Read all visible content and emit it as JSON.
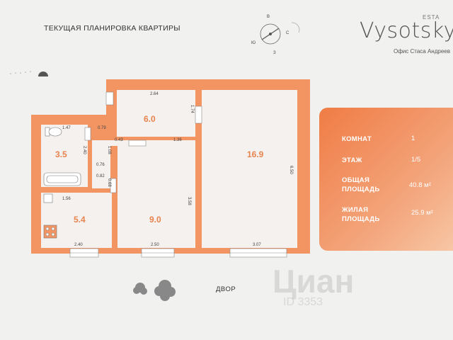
{
  "header": {
    "title": "ТЕКУЩАЯ ПЛАНИРОВКА КВАРТИРЫ"
  },
  "brand": {
    "name": "Vysotsky",
    "tag": "ESTA",
    "office": "Офис Стаса Андреев"
  },
  "compass": {
    "n": "В",
    "e": "C",
    "s": "З",
    "w": "Ю"
  },
  "rooms": {
    "wc": "3.5",
    "corridor": "6.0",
    "big": "16.9",
    "kitchen": "5.4",
    "room": "9.0"
  },
  "dims": {
    "d264": "2.64",
    "d174": "1.74",
    "d147": "1.47",
    "d079": "0.79",
    "d043": "0.43",
    "d136": "1.36",
    "d240a": "2.40",
    "d108": "1.08",
    "d076": "0.76",
    "d082": "0.82",
    "d068": "0.68",
    "d156": "1.56",
    "d358": "3.58",
    "d650": "6.50",
    "d240b": "2.40",
    "d250": "2.50",
    "d307": "3.07"
  },
  "info": {
    "rooms_label": "КОМНАТ",
    "rooms_value": "1",
    "floor_label": "ЭТАЖ",
    "floor_value": "1/5",
    "total_label": "ОБЩАЯ ПЛОЩАДЬ",
    "total_value": "40.8 м²",
    "living_label": "ЖИЛАЯ ПЛОЩАДЬ",
    "living_value": "25.9 м²"
  },
  "yard": "ДВОР",
  "watermark": {
    "logo": "Циан",
    "id": "ID 3353"
  }
}
